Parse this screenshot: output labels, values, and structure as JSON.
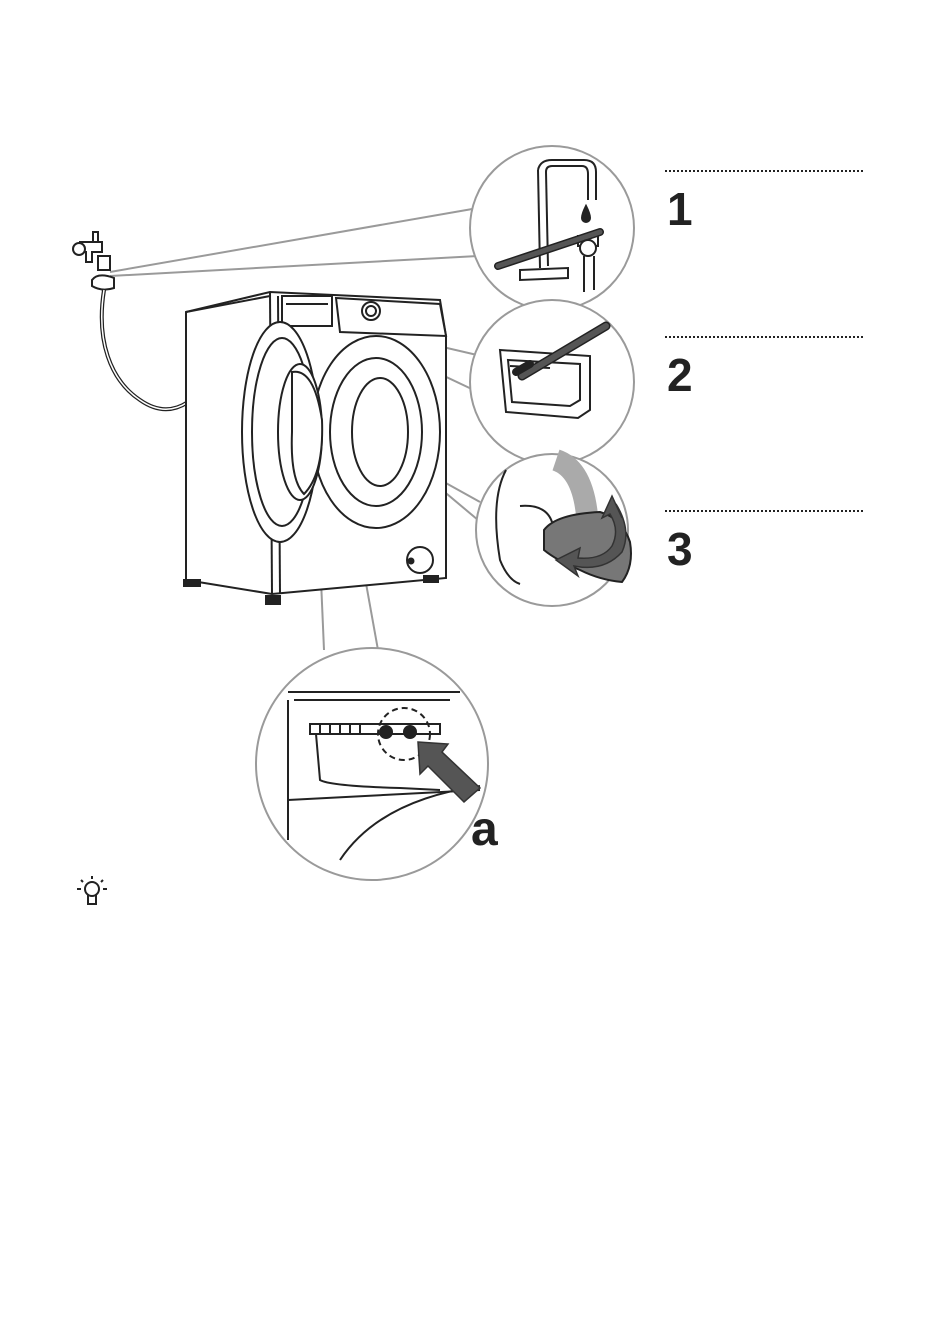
{
  "steps": [
    {
      "number": "1"
    },
    {
      "number": "2"
    },
    {
      "number": "3"
    }
  ],
  "callout": {
    "label": "a"
  },
  "icons": {
    "tip": "lightbulb-icon",
    "tap": "water-tap-icon",
    "toothbrush": "toothbrush-icon",
    "arrow": "push-arrow-icon",
    "rotate": "rotate-arrow-icon"
  },
  "colors": {
    "line": "#222222",
    "leader": "#9a9a9a",
    "arrow_fill": "#555555"
  }
}
